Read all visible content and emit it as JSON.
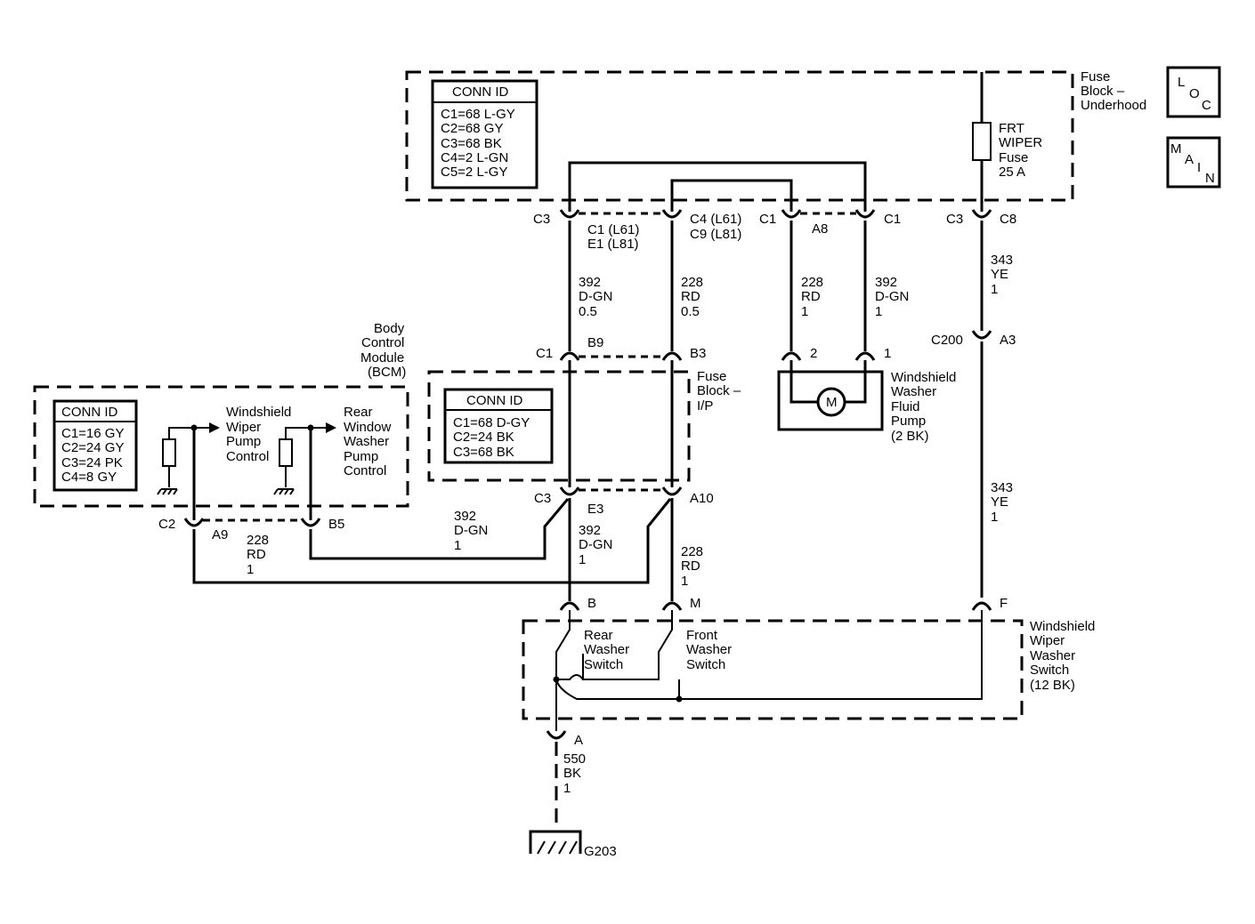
{
  "nav": {
    "loc": [
      "L",
      "O",
      "C"
    ],
    "main": [
      "M",
      "A",
      "I",
      "N"
    ]
  },
  "fuse_block_underhood": {
    "label": [
      "Fuse",
      "Block –",
      "Underhood"
    ],
    "conn_title": "CONN ID",
    "conn": [
      "C1=68 L-GY",
      "C2=68 GY",
      "C3=68 BK",
      "C4=2 L-GN",
      "C5=2 L-GY"
    ],
    "fuse": [
      "FRT",
      "WIPER",
      "Fuse",
      "25 A"
    ]
  },
  "bcm": {
    "label": [
      "Body",
      "Control",
      "Module",
      "(BCM)"
    ],
    "conn_title": "CONN ID",
    "conn": [
      "C1=16 GY",
      "C2=24 GY",
      "C3=24 PK",
      "C4=8 GY"
    ],
    "ws_pump": [
      "Windshield",
      "Wiper",
      "Pump",
      "Control"
    ],
    "rear_pump": [
      "Rear",
      "Window",
      "Washer",
      "Pump",
      "Control"
    ]
  },
  "fuse_block_ip": {
    "label": [
      "Fuse",
      "Block –",
      "I/P"
    ],
    "conn_title": "CONN ID",
    "conn": [
      "C1=68 D-GY",
      "C2=24 BK",
      "C3=68 BK"
    ]
  },
  "pump": {
    "label": [
      "Windshield",
      "Washer",
      "Fluid",
      "Pump",
      "(2 BK)"
    ],
    "motor": "M"
  },
  "switch": {
    "label": [
      "Windshield",
      "Wiper",
      "Washer",
      "Switch",
      "(12 BK)"
    ],
    "rear": [
      "Rear",
      "Washer",
      "Switch"
    ],
    "front": [
      "Front",
      "Washer",
      "Switch"
    ]
  },
  "ground": "G203",
  "pins": {
    "c3_top": "C3",
    "c1_l61": "C1 (L61)",
    "e1_l81": "E1 (L81)",
    "c4_l61": "C4 (L61)",
    "c9_l81": "C9 (L81)",
    "c1_a": "C1",
    "a8": "A8",
    "c1_b": "C1",
    "c3_b": "C3",
    "c8": "C8",
    "c1_mid": "C1",
    "b9": "B9",
    "b3": "B3",
    "c200": "C200",
    "a3": "A3",
    "pump2": "2",
    "pump1": "1",
    "c3_low": "C3",
    "e3": "E3",
    "a10": "A10",
    "c2": "C2",
    "a9": "A9",
    "b5": "B5",
    "b": "B",
    "m": "M",
    "f": "F",
    "a": "A"
  },
  "wires": {
    "w392_top": [
      "392",
      "D-GN",
      "0.5"
    ],
    "w228_top": [
      "228",
      "RD",
      "0.5"
    ],
    "w228_pump": [
      "228",
      "RD",
      "1"
    ],
    "w392_pump": [
      "392",
      "D-GN",
      "1"
    ],
    "w343_top": [
      "343",
      "YE",
      "1"
    ],
    "w343_mid": [
      "343",
      "YE",
      "1"
    ],
    "w392_bcm": [
      "392",
      "D-GN",
      "1"
    ],
    "w228_bcm": [
      "228",
      "RD",
      "1"
    ],
    "w392_low": [
      "392",
      "D-GN",
      "1"
    ],
    "w228_low": [
      "228",
      "RD",
      "1"
    ],
    "w550": [
      "550",
      "BK",
      "1"
    ]
  }
}
